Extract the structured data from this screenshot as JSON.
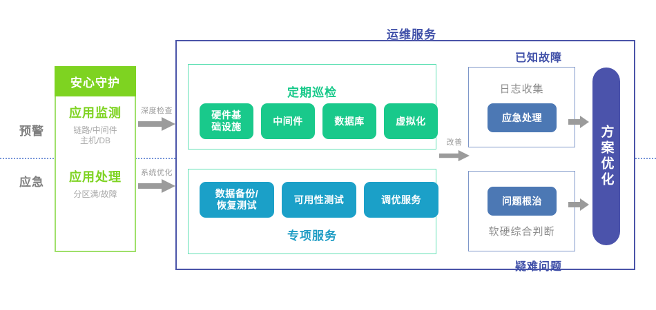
{
  "diagram": {
    "left_axis": {
      "labels": [
        {
          "id": "yujing",
          "text": "预警"
        },
        {
          "id": "yingji",
          "text": "应急"
        }
      ]
    },
    "guard_panel": {
      "header": "安心守护",
      "header_color": "#7ed321",
      "border_color": "#9fe06a",
      "blocks": [
        {
          "title": "应用监测",
          "subtitle": "链路/中间件\n主机/DB"
        },
        {
          "title": "应用处理",
          "subtitle": "分区满/故障"
        }
      ]
    },
    "arrows": [
      {
        "id": "deep-check",
        "label": "深度检查",
        "icon": "arrow-right-icon"
      },
      {
        "id": "system-optimize",
        "label": "系统优化",
        "icon": "arrow-right-icon"
      },
      {
        "id": "improve",
        "label": "改善",
        "icon": "arrow-right-icon"
      },
      {
        "id": "known-to-solution",
        "label": "",
        "icon": "arrow-right-icon"
      },
      {
        "id": "hard-to-solution",
        "label": "",
        "icon": "arrow-right-icon"
      }
    ],
    "oam": {
      "title": "运维服务",
      "border_color": "#4a54a8",
      "panels": [
        {
          "id": "inspection",
          "title": "定期巡检",
          "title_color": "#18c98a",
          "border_color": "#5fe0b4",
          "chip_color": "#19c98b",
          "chips": [
            "硬件基\n础设施",
            "中间件",
            "数据库",
            "虚拟化"
          ]
        },
        {
          "id": "special-service",
          "title": "专项服务",
          "title_color": "#1e9cc4",
          "border_color": "#5fe0b4",
          "chip_color": "#1ba0c8",
          "chips": [
            "数据备份/\n恢复测试",
            "可用性测试",
            "调优服务"
          ]
        }
      ],
      "right_groups": [
        {
          "id": "known-fault",
          "caption": "已知故障",
          "sub_label": "日志收集",
          "chip": "应急处理",
          "chip_color": "#4c78b4"
        },
        {
          "id": "hard-problem",
          "caption": "疑难问题",
          "sub_label": "软硬综合判断",
          "chip": "问题根治",
          "chip_color": "#4c78b4"
        }
      ],
      "outcome": {
        "text": "方案优化",
        "color": "#4b53ab"
      }
    }
  }
}
